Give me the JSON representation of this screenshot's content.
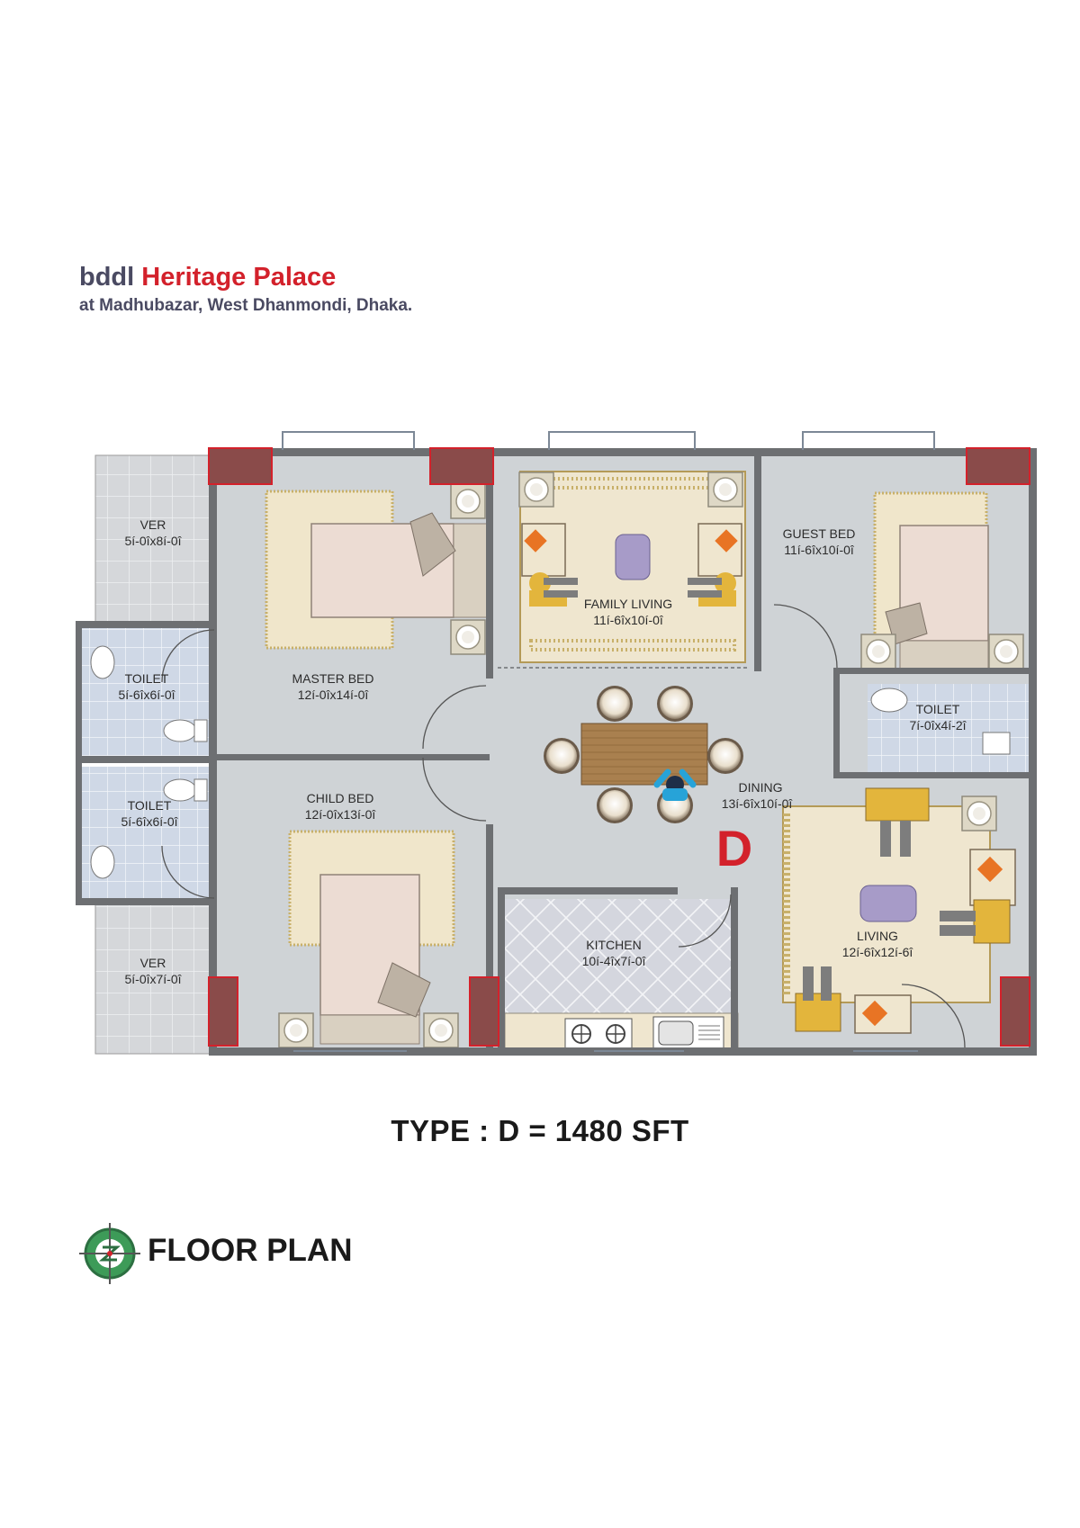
{
  "header": {
    "brand": "bddl",
    "project": "Heritage Palace",
    "location": "at Madhubazar, West Dhanmondi, Dhaka."
  },
  "plan": {
    "unit_letter": "D",
    "rooms": {
      "ver_top": {
        "name": "VER",
        "dim": "5í-0îx8í-0î"
      },
      "toilet_left1": {
        "name": "TOILET",
        "dim": "5í-6îx6í-0î"
      },
      "toilet_left2": {
        "name": "TOILET",
        "dim": "5í-6îx6í-0î"
      },
      "ver_bottom": {
        "name": "VER",
        "dim": "5í-0îx7í-0î"
      },
      "master_bed": {
        "name": "MASTER BED",
        "dim": "12í-0îx14í-0î"
      },
      "child_bed": {
        "name": "CHILD BED",
        "dim": "12í-0îx13í-0î"
      },
      "family_living": {
        "name": "FAMILY LIVING",
        "dim": "11í-6îx10í-0î"
      },
      "guest_bed": {
        "name": "GUEST BED",
        "dim": "11í-6îx10í-0î"
      },
      "toilet_right": {
        "name": "TOILET",
        "dim": "7í-0îx4í-2î"
      },
      "dining": {
        "name": "DINING",
        "dim": "13í-6îx10í-0î"
      },
      "kitchen": {
        "name": "KITCHEN",
        "dim": "10í-4îx7í-0î"
      },
      "living": {
        "name": "LIVING",
        "dim": "12í-6îx12í-6î"
      }
    }
  },
  "type_label": "TYPE  : D = 1480 SFT",
  "footer": {
    "title": "FLOOR PLAN"
  },
  "colors": {
    "accent": "#d3212b",
    "floor": "#cdd1d3",
    "wall": "#6d6f72",
    "rug": "#efe6cf"
  }
}
